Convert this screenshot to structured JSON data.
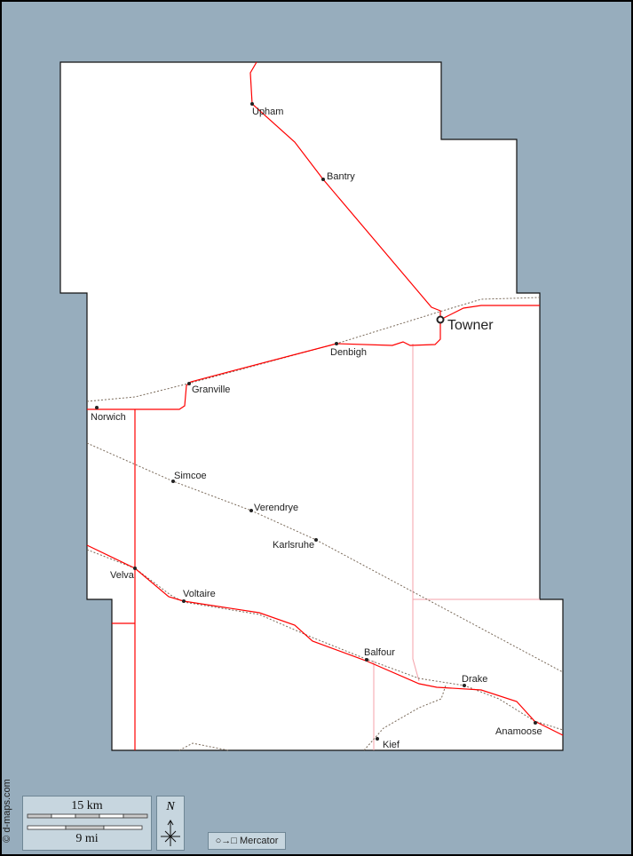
{
  "map": {
    "county_seat": "Towner",
    "places": [
      "Upham",
      "Bantry",
      "Denbigh",
      "Granville",
      "Norwich",
      "Simcoe",
      "Verendrye",
      "Karlsruhe",
      "Velva",
      "Voltaire",
      "Balfour",
      "Drake",
      "Anamoose",
      "Kief"
    ],
    "colors": {
      "ocean": "#97adbd",
      "land": "#ffffff",
      "road": "#ff0000",
      "rail": "#8a7a6a",
      "minor_road": "#f4a0a8"
    }
  },
  "legend": {
    "credit": "© d-maps.com",
    "scale_km": "15 km",
    "scale_mi": "9 mi",
    "north": "N",
    "projection": "Mercator"
  }
}
